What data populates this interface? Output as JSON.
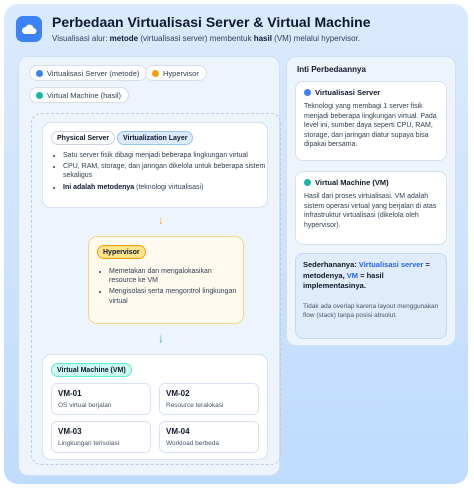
{
  "header": {
    "title": "Perbedaan Virtualisasi Server & Virtual Machine",
    "subtitle_prefix": "Visualisasi alur: ",
    "subtitle_method": "metode",
    "subtitle_mid": " (virtualisasi server) membentuk ",
    "subtitle_result": "hasil",
    "subtitle_suffix": " (VM) melalui hypervisor."
  },
  "legend": [
    {
      "label": "Virtualisasi Server (metode)",
      "color": "#3b82f6"
    },
    {
      "label": "Hypervisor",
      "color": "#f59e0b"
    },
    {
      "label": "Virtual Machine (hasil)",
      "color": "#14b8a6"
    }
  ],
  "server_card": {
    "tag_physical": "Physical Server",
    "tag_layer": "Virtualization Layer",
    "bullets": [
      "Satu server fisik dibagi menjadi beberapa lingkungan virtual",
      "CPU, RAM, storage, dan jaringan dikelola untuk beberapa sistem sekaligus"
    ],
    "bullet_bold": "Ini adalah metodenya",
    "bullet_bold_rest": " (teknologi virtualisasi)"
  },
  "hypervisor_card": {
    "tag": "Hypervisor",
    "bullets": [
      "Memetakan dan mengalokasikan resource ke VM",
      "Mengisolasi serta mengontrol lingkungan virtual"
    ]
  },
  "vm_card": {
    "tag": "Virtual Machine (VM)",
    "vms": [
      {
        "name": "VM-01",
        "desc": "OS virtual berjalan"
      },
      {
        "name": "VM-02",
        "desc": "Resource teralokasi"
      },
      {
        "name": "VM-03",
        "desc": "Lingkungan terisolasi"
      },
      {
        "name": "VM-04",
        "desc": "Workload berbeda"
      }
    ]
  },
  "sidebar": {
    "title": "Inti Perbedaannya",
    "server_title": "Virtualisasi Server",
    "server_text": "Teknologi yang membagi 1 server fisik menjadi beberapa lingkungan virtual. Pada level ini, sumber daya seperti CPU, RAM, storage, dan jaringan diatur supaya bisa dipakai bersama.",
    "vm_title": "Virtual Machine (VM)",
    "vm_text": "Hasil dari proses virtualisasi. VM adalah sistem operasi virtual yang berjalan di atas infrastruktur virtualisasi (dikelola oleh hypervisor).",
    "summary_prefix": "Sederhananya: ",
    "summary_server": "Virtualisasi server",
    "summary_eq1": " = metodenya, ",
    "summary_vm": "VM",
    "summary_eq2": " = hasil implementasinya.",
    "note": "Tidak ada overlap karena layout menggunakan flow (stack) tanpa posisi absolut."
  },
  "colors": {
    "accent": "#3b82f6",
    "hypervisor": "#f59e0b",
    "vm": "#14b8a6"
  },
  "icons": {
    "logo": "cloud-icon",
    "arrow": "arrow-down-icon"
  }
}
